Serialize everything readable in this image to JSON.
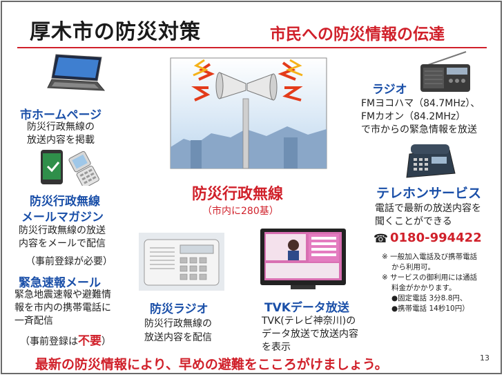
{
  "header": {
    "title": "厚木市の防災対策",
    "subtitle": "市民への防災情報の伝達"
  },
  "center": {
    "title": "防災行政無線",
    "sub": "（市内に280基）"
  },
  "homepage": {
    "title": "市ホームページ",
    "lines": [
      "防災行政無線の",
      "放送内容を掲載"
    ]
  },
  "mail": {
    "title1": "防災行政無線",
    "title2": "メールマガジン",
    "lines": [
      "防災行政無線の放送",
      "内容をメールで配信"
    ],
    "note": "（事前登録が必要）"
  },
  "emergency": {
    "title": "緊急速報メール",
    "lines": [
      "緊急地震速報や避難情",
      "報を市内の携帯電話に",
      "一斉配信"
    ],
    "note_pre": "（事前登録は",
    "note_em": "不要",
    "note_post": "）"
  },
  "bousai_radio": {
    "title": "防災ラジオ",
    "lines": [
      "防災行政無線の",
      "放送内容を配信"
    ]
  },
  "tvk": {
    "title": "TVKデータ放送",
    "lines": [
      "TVK(テレビ神奈川)の",
      "データ放送で放送内容",
      "を表示"
    ]
  },
  "radio": {
    "title": "ラジオ",
    "lines": [
      "FMヨコハマ（84.7MHz）、",
      "FMカオン（84.2MHz）",
      "で市からの緊急情報を放送"
    ]
  },
  "telephone": {
    "title": "テレホンサービス",
    "lines": [
      "電話で最新の放送内容を",
      "聞くことができる"
    ],
    "phone_icon": "☎",
    "number": "0180-994422",
    "notes": [
      "※ 一般加入電話及び携帯電話",
      "から利用可。",
      "※ サービスの御利用には通話",
      "料金がかかります。",
      "●固定電話 3分8.8円、",
      "●携帯電話 14秒10円）"
    ]
  },
  "footer": {
    "text": "最新の防災情報により、早めの避難をこころがけましょう。"
  },
  "page_number": "13",
  "colors": {
    "accent_red": "#d0202a",
    "heading_blue": "#1a4fa8"
  }
}
